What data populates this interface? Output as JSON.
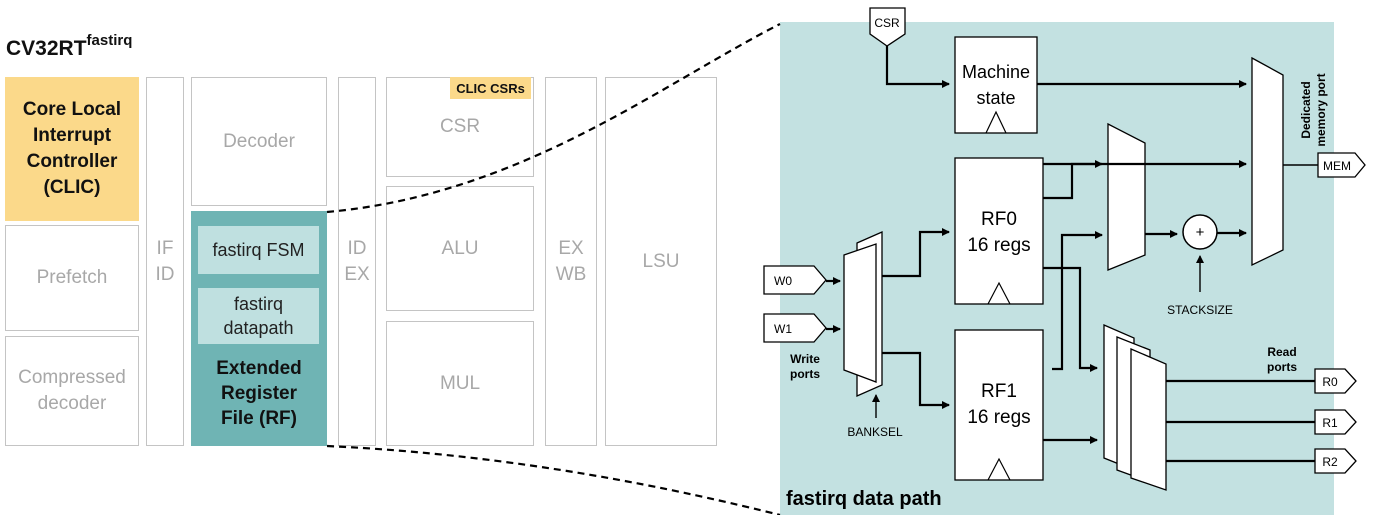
{
  "title": {
    "main": "CV32RT",
    "sup": "fastirq"
  },
  "left": {
    "clic": "Core Local\nInterrupt\nController\n(CLIC)",
    "prefetch": "Prefetch",
    "compressed": "Compressed\ndecoder",
    "if_id": "IF\nID",
    "decoder": "Decoder",
    "fastirq_fsm": "fastirq FSM",
    "fastirq_datapath": "fastirq\ndatapath",
    "rf_label": "Extended\nRegister\nFile (RF)",
    "id_ex": "ID\nEX",
    "clic_csrs": "CLIC CSRs",
    "csr": "CSR",
    "alu": "ALU",
    "mul": "MUL",
    "ex_wb": "EX\nWB",
    "lsu": "LSU"
  },
  "detail": {
    "panel_title": "fastirq data path",
    "csr_port": "CSR",
    "machine_state": [
      "Machine",
      "state"
    ],
    "rf0": [
      "RF0",
      "16 regs"
    ],
    "rf1": [
      "RF1",
      "16 regs"
    ],
    "w0": "W0",
    "w1": "W1",
    "write_ports": [
      "Write",
      "ports"
    ],
    "banksel": "BANKSEL",
    "stacksize": "STACKSIZE",
    "adder": "+",
    "dedicated": [
      "Dedicated",
      "memory port"
    ],
    "mem": "MEM",
    "read_ports": [
      "Read",
      "ports"
    ],
    "r0": "R0",
    "r1": "R1",
    "r2": "R2"
  },
  "colors": {
    "clic": "#fbd98a",
    "rf": "#6fb4b4",
    "rf_inner": "#bfe0e0",
    "panel": "#c3e1e1",
    "grey_border": "#c4c4c4",
    "grey_text": "#a8a8a8"
  }
}
